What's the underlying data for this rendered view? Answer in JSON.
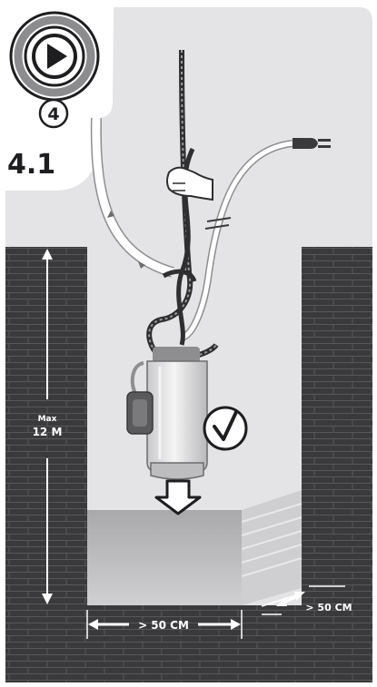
{
  "badge": {
    "step_number": "4",
    "section": "4.1",
    "icon": "play-icon"
  },
  "depth_marker": {
    "label_top": "Max",
    "label_value": "12 M"
  },
  "bottom_clearance": {
    "label": "> 50 CM"
  },
  "side_clearance": {
    "label": "> 50 CM"
  },
  "status": {
    "icon": "checkmark-icon"
  },
  "colors": {
    "shaft_background": "#e4e4e6",
    "brick": "#3a3a3c",
    "pit": "#b8b8ba",
    "badge_ring": "#8c8c8e"
  }
}
